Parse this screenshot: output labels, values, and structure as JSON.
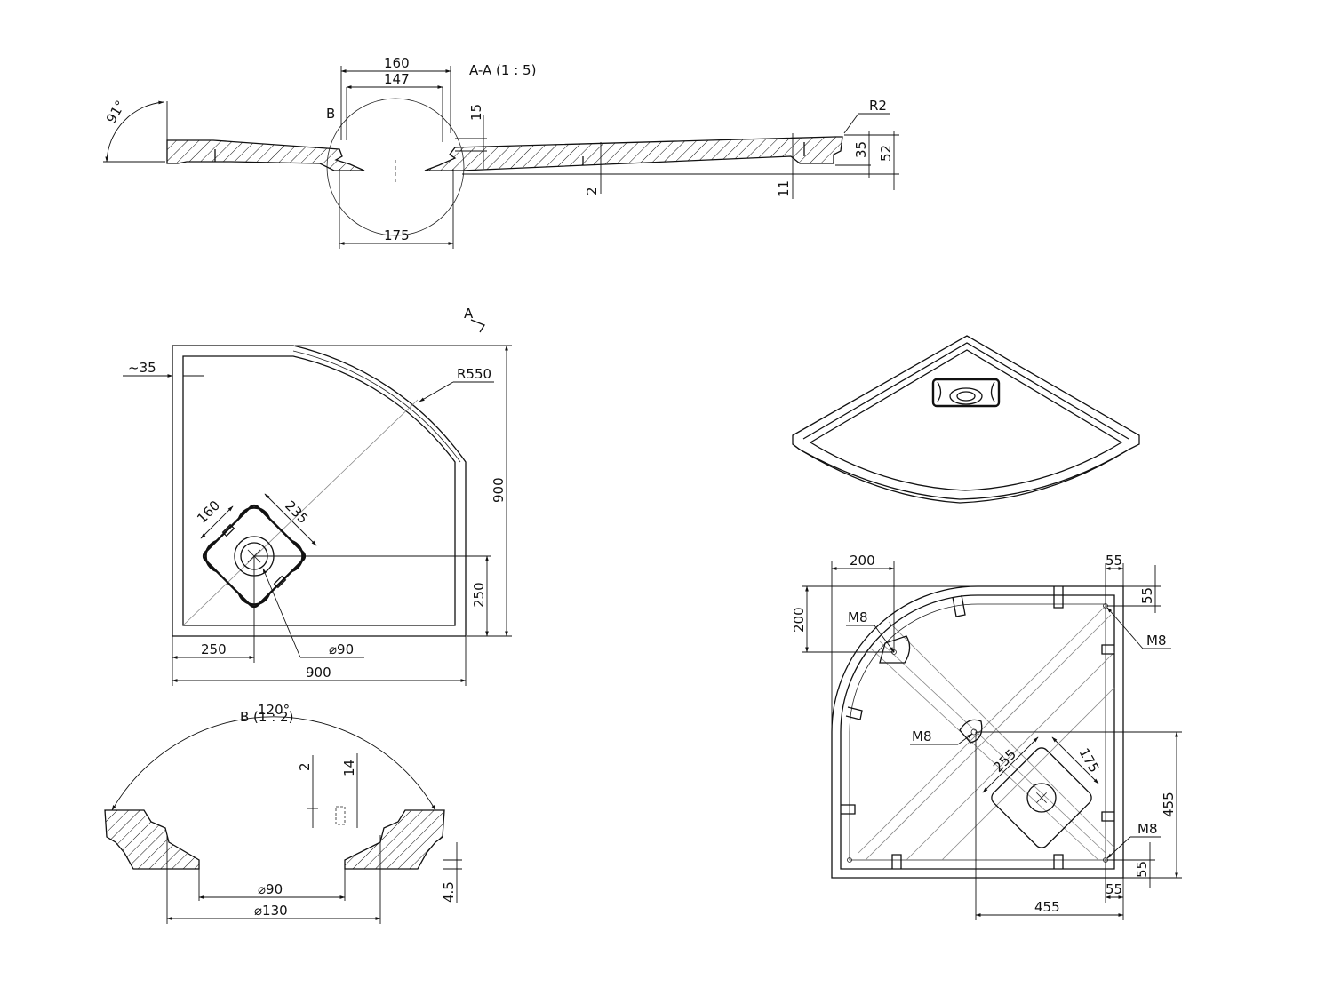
{
  "section_aa": {
    "title": "A-A (1 : 5)",
    "angle": "91°",
    "detail_marker": "B",
    "dims": {
      "top_160": "160",
      "top_147": "147",
      "bottom_175": "175",
      "d15": "15",
      "d2": "2",
      "d11": "11",
      "r2": "R2",
      "d35": "35",
      "d52": "52"
    }
  },
  "plan_view": {
    "section_marker": "A",
    "dims": {
      "rim": "~35",
      "radius": "R550",
      "height": "900",
      "width": "900",
      "drain_x": "250",
      "drain_y": "250",
      "drain_box_160": "160",
      "drain_box_235": "235",
      "drain_dia": "⌀90"
    }
  },
  "detail_b": {
    "title": "B (1 : 2)",
    "angle": "120°",
    "dims": {
      "d2": "2",
      "d14": "14",
      "d4_5": "4.5",
      "dia90": "⌀90",
      "dia130": "⌀130"
    }
  },
  "bottom_view": {
    "dims": {
      "d200_h": "200",
      "d200_v": "200",
      "d55_top": "55",
      "d55_right_top": "55",
      "d55_bottom": "55",
      "d55_right_bottom": "55",
      "d455_h": "455",
      "d455_v": "455",
      "d255": "255",
      "d175": "175",
      "m8_1": "M8",
      "m8_2": "M8",
      "m8_3": "M8",
      "m8_4": "M8"
    }
  }
}
